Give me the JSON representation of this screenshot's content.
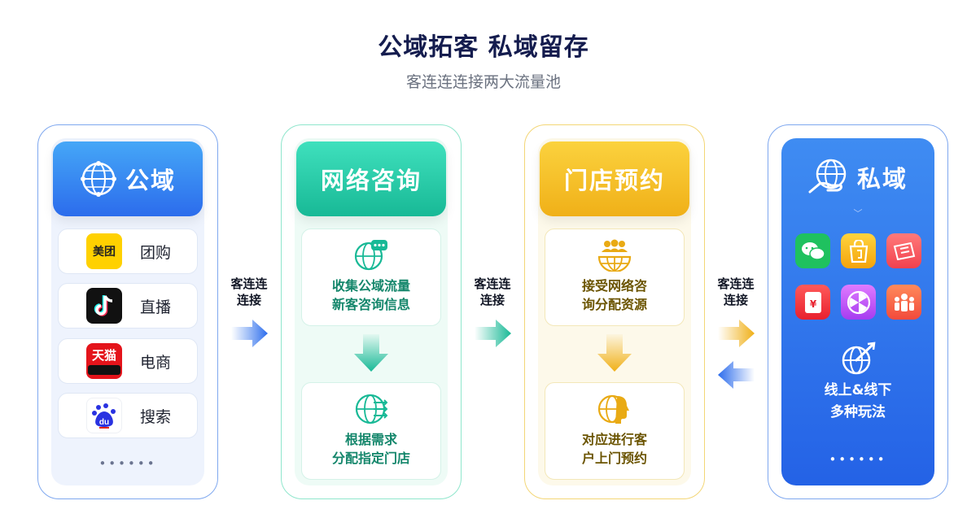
{
  "header": {
    "title": "公域拓客 私域留存",
    "subtitle": "客连连连接两大流量池"
  },
  "public": {
    "title": "公域",
    "items": [
      {
        "logo_text": "美团",
        "label": "团购",
        "icon": "meituan-logo"
      },
      {
        "logo_text": "",
        "label": "直播",
        "icon": "douyin-logo"
      },
      {
        "logo_text": "天猫",
        "label": "电商",
        "icon": "tmall-logo"
      },
      {
        "logo_text": "du",
        "label": "搜索",
        "icon": "baidu-logo"
      }
    ],
    "more": "••••••"
  },
  "connector_label": "客连连\n连接",
  "connectors": [
    {
      "line1": "客连连",
      "line2": "连接"
    },
    {
      "line1": "客连连",
      "line2": "连接"
    },
    {
      "line1": "客连连",
      "line2": "连接"
    }
  ],
  "web_consult": {
    "title": "网络咨询",
    "steps": [
      {
        "line1": "收集公域流量",
        "line2": "新客咨询信息",
        "icon": "globe-chat-icon"
      },
      {
        "line1": "根据需求",
        "line2": "分配指定门店",
        "icon": "globe-route-icon"
      }
    ]
  },
  "store_booking": {
    "title": "门店预约",
    "steps": [
      {
        "line1": "接受网络咨",
        "line2": "询分配资源",
        "icon": "globe-people-icon"
      },
      {
        "line1": "对应进行客",
        "line2": "户上门预约",
        "icon": "globe-person-icon"
      }
    ]
  },
  "private": {
    "title": "私域",
    "apps": [
      "wechat-icon",
      "shopping-bag-icon",
      "coupon-icon",
      "red-packet-icon",
      "lottery-wheel-icon",
      "group-icon"
    ],
    "line1": "线上&线下",
    "line2": "多种玩法",
    "more": "••••••"
  },
  "colors": {
    "blue": "#2c6cec",
    "green": "#18b996",
    "gold": "#f0b018",
    "title": "#141c4e"
  }
}
